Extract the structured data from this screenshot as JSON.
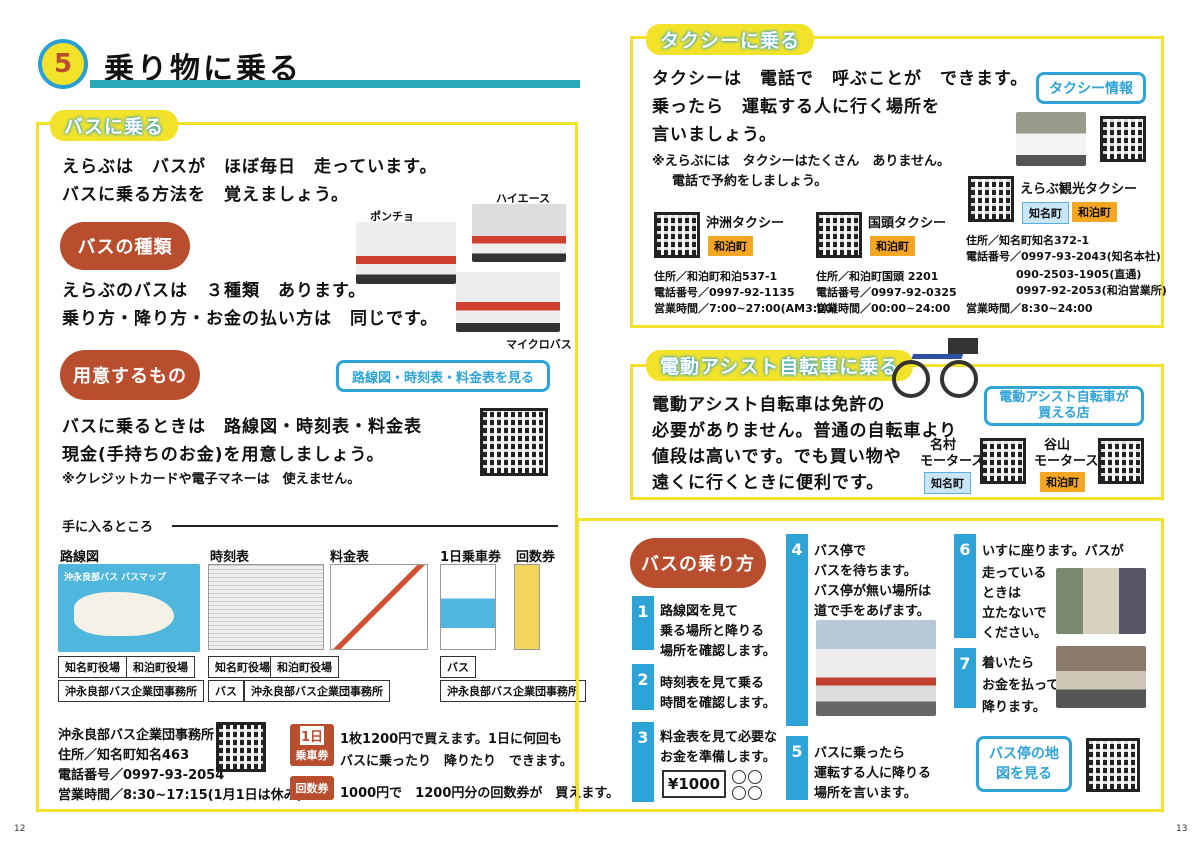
{
  "header": {
    "number": "5",
    "title": "乗り物に乗る"
  },
  "bus": {
    "tag": "バスに乗る",
    "intro1": "えらぶは　バスが　ほぼ毎日　走っています。",
    "intro2": "バスに乗る方法を　覚えましょう。",
    "types_blob": "バスの種類",
    "types1": "えらぶのバスは　３種類　あります。",
    "types2": "乗り方・降り方・お金の払い方は　同じです。",
    "label_poncho": "ポンチョ",
    "label_hiace": "ハイエース",
    "label_micro": "マイクロバス",
    "prep_blob": "用意するもの",
    "prep_link": "路線図・時刻表・料金表を見る",
    "prep1": "バスに乗るときは　路線図・時刻表・料金表",
    "prep2": "現金(手持ちのお金)を用意しましょう。",
    "prep_note": "※クレジットカードや電子マネーは　使えません。",
    "where_title": "手に入るところ",
    "items": [
      {
        "label": "路線図"
      },
      {
        "label": "時刻表"
      },
      {
        "label": "料金表"
      },
      {
        "label": "1日乗車券"
      },
      {
        "label": "回数券"
      }
    ],
    "map_caption": "沖永良部バス バスマップ",
    "place_china": "知名町役場",
    "place_wadomari": "和泊町役場",
    "place_office": "沖永良部バス企業団事務所",
    "place_bus": "バス",
    "office_name": "沖永良部バス企業団事務所",
    "office_addr": "住所／知名町知名463",
    "office_tel": "電話番号／0997-93-2054",
    "office_hours": "営業時間／8:30~17:15(1月1日は休み)",
    "pass_badge1": "1日",
    "pass_badge1b": "乗車券",
    "pass_text1": "1枚1200円で買えます。1日に何回も",
    "pass_text1b": "バスに乗ったり　降りたり　できます。",
    "pass_badge2": "回数券",
    "pass_text2": "1000円で　1200円分の回数券が　買えます。"
  },
  "taxi": {
    "tag": "タクシーに乗る",
    "l1": "タクシーは　電話で　呼ぶことが　できます。",
    "l2": "乗ったら　運転する人に行く場所を",
    "l3": "言いましょう。",
    "note1": "※えらぶには　タクシーはたくさん　ありません。",
    "note2": "電話で予約をしましょう。",
    "info": "タクシー情報",
    "c1": {
      "name": "沖洲タクシー",
      "town": "和泊町",
      "addr": "住所／和泊町和泊537-1",
      "tel": "電話番号／0997-92-1135",
      "hours": "営業時間／7:00~27:00(AM3:00)"
    },
    "c2": {
      "name": "国頭タクシー",
      "town": "和泊町",
      "addr": "住所／和泊町国頭 2201",
      "tel": "電話番号／0997-92-0325",
      "hours": "営業時間／00:00~24:00"
    },
    "c3": {
      "name": "えらぶ観光タクシー",
      "town1": "知名町",
      "town2": "和泊町",
      "addr": "住所／知名町知名372-1",
      "tel1": "電話番号／0997-93-2043(知名本社)",
      "tel2": "090-2503-1905(直通)",
      "tel3": "0997-92-2053(和泊営業所)",
      "hours": "営業時間／8:30~24:00"
    }
  },
  "bike": {
    "tag": "電動アシスト自転車に乗る",
    "l1": "電動アシスト自転車は免許の",
    "l2": "必要がありません。普通の自転車より",
    "l3": "値段は高いです。でも買い物や",
    "l4": "遠くに行くときに便利です。",
    "shop_title": "電動アシスト自転車が買える店",
    "s1_name1": "名村",
    "s1_name2": "モータース",
    "s1_town": "知名町",
    "s2_name1": "谷山",
    "s2_name2": "モータース",
    "s2_town": "和泊町"
  },
  "ride": {
    "blob": "バスの乗り方",
    "s1": {
      "num": "1",
      "l1": "路線図を見て",
      "l2": "乗る場所と降りる",
      "l3": "場所を確認します。"
    },
    "s2": {
      "num": "2",
      "l1": "時刻表を見て乗る",
      "l2": "時間を確認します。"
    },
    "s3": {
      "num": "3",
      "l1": "料金表を見て必要な",
      "l2": "お金を準備します。",
      "money": "¥1000"
    },
    "s4": {
      "num": "4",
      "l1": "バス停で",
      "l2": "バスを待ちます。",
      "l3": "バス停が無い場所は",
      "l4": "道で手をあげます。"
    },
    "s5": {
      "num": "5",
      "l1": "バスに乗ったら",
      "l2": "運転する人に降りる",
      "l3": "場所を言います。"
    },
    "s6": {
      "num": "6",
      "l1": "いすに座ります。バスが",
      "l2": "走っている",
      "l3": "ときは",
      "l4": "立たないで",
      "l5": "ください。"
    },
    "s7": {
      "num": "7",
      "l1": "着いたら",
      "l2": "お金を払って",
      "l3": "降ります。"
    },
    "stop_map": "バス停の地図を見る"
  },
  "pages": {
    "left": "12",
    "right": "13"
  }
}
